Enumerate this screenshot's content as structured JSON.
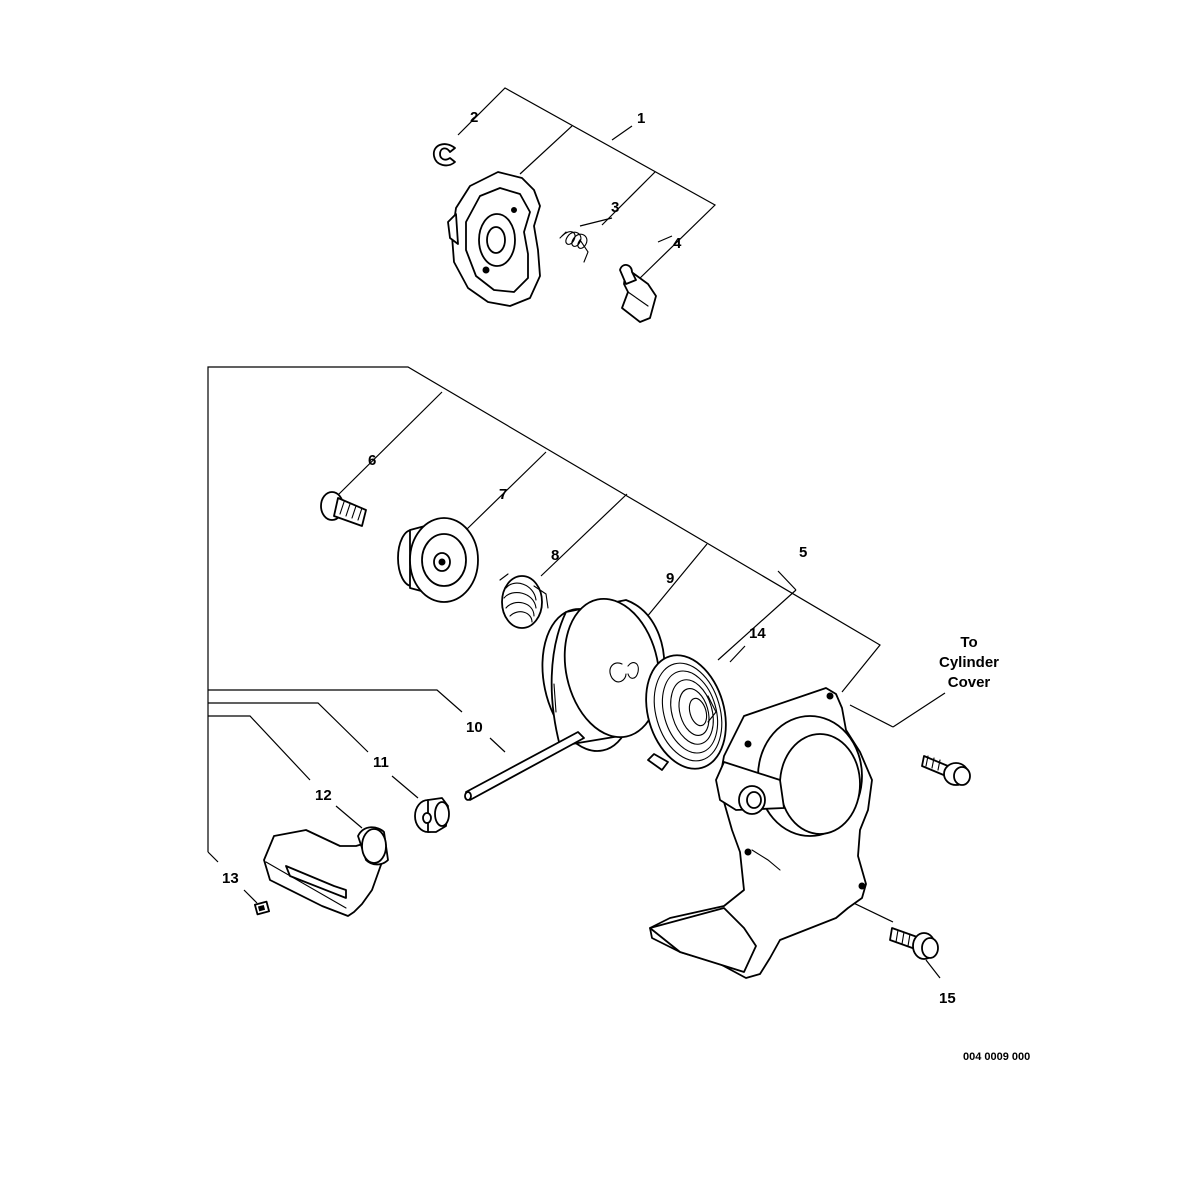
{
  "callouts": [
    "1",
    "2",
    "3",
    "4",
    "5",
    "6",
    "7",
    "8",
    "9",
    "10",
    "11",
    "12",
    "13",
    "14",
    "15"
  ],
  "note": {
    "line1": "To",
    "line2": "Cylinder",
    "line3": "Cover"
  },
  "figure_ref": "004 0009 000",
  "parts": [
    {
      "callout": "1",
      "icon": "housing-plate-icon"
    },
    {
      "callout": "2",
      "icon": "e-clip-icon"
    },
    {
      "callout": "3",
      "icon": "spring-icon"
    },
    {
      "callout": "4",
      "icon": "pawl-icon"
    },
    {
      "callout": "5",
      "icon": "starter-case-icon"
    },
    {
      "callout": "6",
      "icon": "screw-icon"
    },
    {
      "callout": "7",
      "icon": "ratchet-pulley-icon"
    },
    {
      "callout": "8",
      "icon": "spring-icon"
    },
    {
      "callout": "9",
      "icon": "reel-icon"
    },
    {
      "callout": "10",
      "icon": "rope-icon"
    },
    {
      "callout": "11",
      "icon": "grommet-icon"
    },
    {
      "callout": "12",
      "icon": "handle-icon"
    },
    {
      "callout": "13",
      "icon": "clip-icon"
    },
    {
      "callout": "14",
      "icon": "recoil-spring-icon"
    },
    {
      "callout": "15",
      "icon": "bolt-icon"
    }
  ]
}
